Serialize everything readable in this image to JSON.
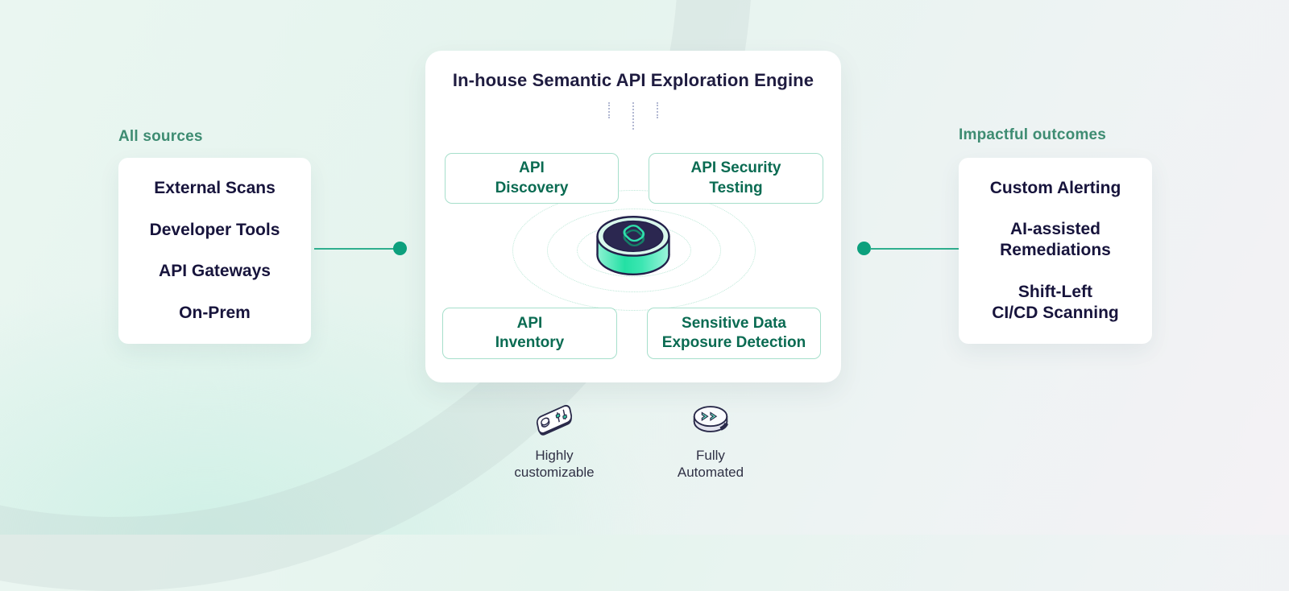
{
  "diagram": {
    "title": "In-house Semantic API Exploration Engine",
    "left": {
      "heading": "All sources",
      "items": [
        "External Scans",
        "Developer Tools",
        "API Gateways",
        "On-Prem"
      ]
    },
    "modules": [
      "API\nDiscovery",
      "API Security\nTesting",
      "API\nInventory",
      "Sensitive Data\nExposure Detection"
    ],
    "right": {
      "heading": "Impactful outcomes",
      "items": [
        "Custom Alerting",
        "AI-assisted\nRemediations",
        "Shift-Left\nCI/CD Scanning"
      ]
    },
    "features": [
      {
        "icon": "control-panel-icon",
        "label": "Highly\ncustomizable"
      },
      {
        "icon": "fast-forward-disc-icon",
        "label": "Fully\nAutomated"
      }
    ],
    "colors": {
      "background_mint": "#e5f4ee",
      "heading_green": "#3e8c72",
      "navy_text": "#17143c",
      "title_navy": "#1f1c40",
      "module_text_green": "#0a6b52",
      "module_border_green": "#a6dfcb",
      "connector_line_green": "#2faf8e",
      "connector_dot_green": "#0ca07d",
      "disc_top_navy": "#2b2750",
      "disc_side_teal": "#2fe3ae"
    }
  }
}
